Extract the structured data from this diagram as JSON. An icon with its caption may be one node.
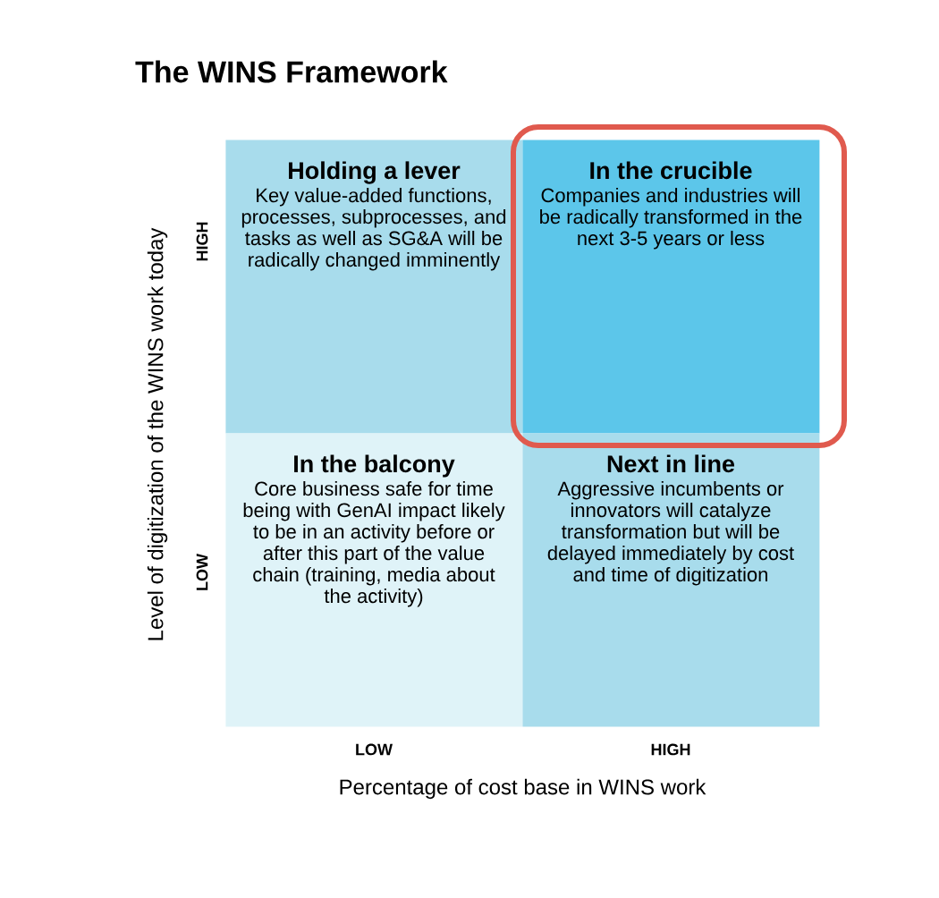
{
  "diagram": {
    "title": "The WINS Framework",
    "nodes": [
      {
        "text": [
          "Holding a lever",
          "Key value-added functions, processes, subprocesses, and tasks as well as SG&A will be radically changed imminently"
        ]
      },
      {
        "text": [
          "In the crucible",
          "Companies and industries will be radically transformed in the next 3-5 years or less"
        ]
      },
      {
        "text": [
          "In the balcony",
          "Core business safe for time being with GenAI impact likely to be in an activity before or after this part of the value chain (training, media about the activity)"
        ]
      },
      {
        "text": [
          "Next in line",
          "Aggressive incumbents or innovators will catalyze transformation but will be delayed immediately by cost and time of digitization"
        ]
      }
    ],
    "labels": [
      "Level of digitization of the WINS work today",
      "HIGH",
      "LOW",
      "LOW",
      "HIGH",
      "Percentage of cost base in WINS work"
    ]
  }
}
